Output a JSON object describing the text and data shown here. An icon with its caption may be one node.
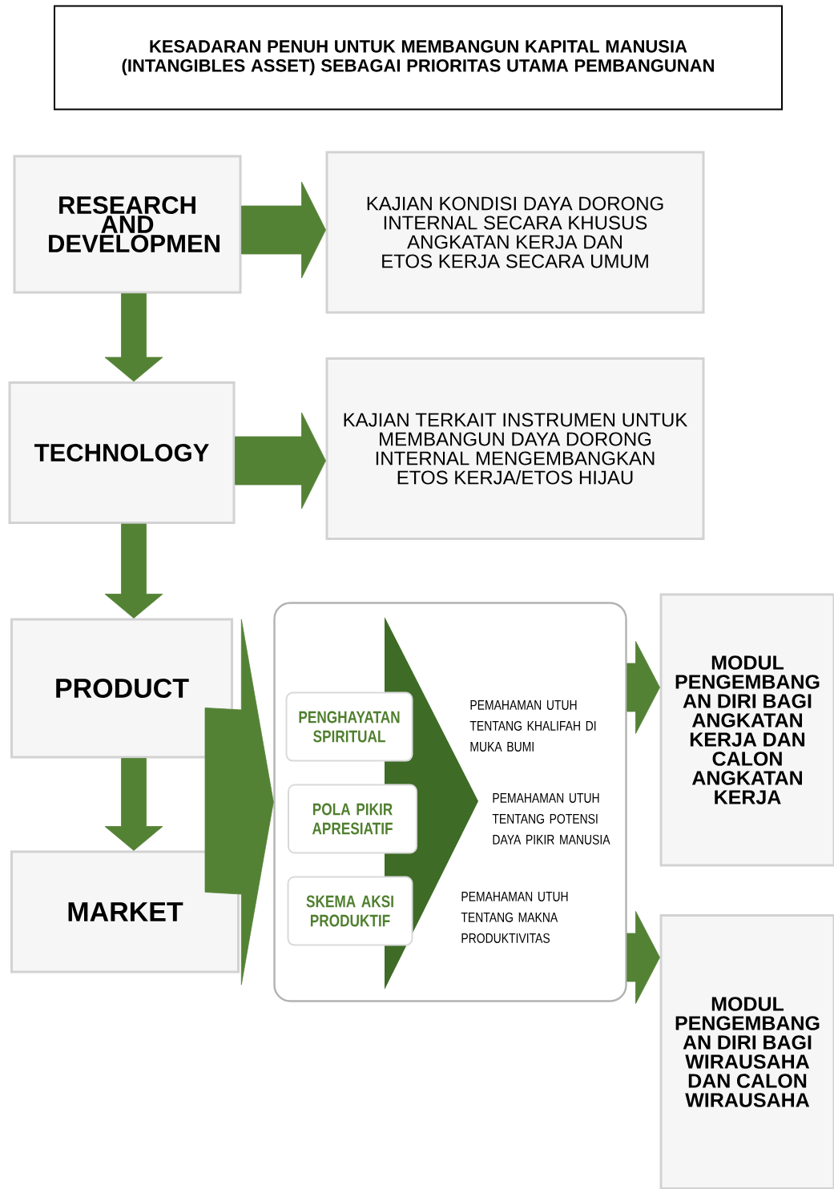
{
  "diagram": {
    "nodes": [
      {
        "text": [
          "KESADARAN PENUH UNTUK MEMBANGUN KAPITAL MANUSIA (INTANGIBLES ASSET) SEBAGAI PRIORITAS UTAMA PEMBANGUNAN"
        ]
      },
      {
        "text": [
          "RESEARCH AND DEVELOPMEN"
        ]
      },
      {
        "text": [
          "KAJIAN KONDISI DAYA DORONG INTERNAL SECARA KHUSUS ANGKATAN KERJA DAN ETOS KERJA SECARA UMUM"
        ]
      },
      {
        "text": [
          "TECHNOLOGY"
        ]
      },
      {
        "text": [
          "KAJIAN TERKAIT INSTRUMEN UNTUK MEMBANGUN DAYA DORONG INTERNAL MENGEMBANGKAN ETOS KERJA/ETOS HIJAU"
        ]
      },
      {
        "text": [
          "PRODUCT"
        ]
      },
      {
        "text": [
          "MARKET"
        ]
      },
      {
        "text": [],
        "shape": "box"
      },
      {
        "text": [
          "PENGHAYATAN SPIRITUAL"
        ],
        "in": 7
      },
      {
        "text": [
          "POLA PIKIR APRESIATIF"
        ],
        "in": 7
      },
      {
        "text": [
          "SKEMA AKSI PRODUKTIF"
        ],
        "in": 7
      },
      {
        "text": [
          "MODUL PENGEMBANG AN DIRI BAGI ANGKATAN KERJA DAN CALON ANGKATAN KERJA"
        ]
      },
      {
        "text": [
          "MODUL PENGEMBANG AN DIRI BAGI WIRAUSAHA DAN CALON WIRAUSAHA"
        ]
      }
    ],
    "edges": [
      {
        "from": 1,
        "to": 2,
        "arrow": "to"
      },
      {
        "from": 1,
        "to": 3,
        "arrow": "to"
      },
      {
        "from": 3,
        "to": 4,
        "arrow": "to"
      },
      {
        "from": 3,
        "to": 5,
        "arrow": "to"
      },
      {
        "from": 5,
        "to": 6,
        "arrow": "to"
      },
      {
        "from": 5,
        "to": 7,
        "arrow": "to",
        "style": "thick"
      },
      {
        "from": 6,
        "to": 7,
        "arrow": "to",
        "style": "thick"
      },
      {
        "from": 7,
        "to": 11,
        "arrow": "to"
      },
      {
        "from": 7,
        "to": 12,
        "arrow": "to"
      }
    ],
    "labels": [
      "PEMAHAMAN UTUH TENTANG KHALIFAH DI MUKA BUMI",
      "PEMAHAMAN UTUH TENTANG POTENSI DAYA PIKIR MANUSIA",
      "PEMAHAMAN UTUH TENTANG MAKNA PRODUKTIVITAS"
    ]
  }
}
